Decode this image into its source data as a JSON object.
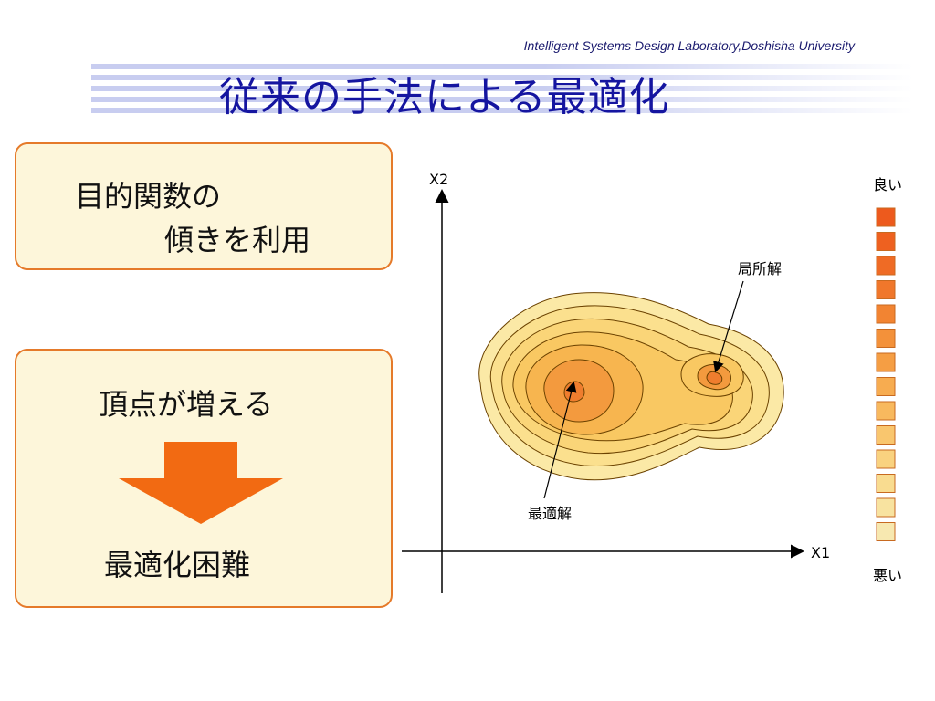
{
  "header": {
    "lab_name": "Intelligent Systems Design Laboratory,Doshisha University",
    "title": "従来の手法による最適化"
  },
  "left_panel": {
    "box1": {
      "line1": "目的関数の",
      "line2": "傾きを利用"
    },
    "box2": {
      "top_text": "頂点が増える",
      "bottom_text": "最適化困難"
    }
  },
  "diagram": {
    "x_axis_label": "X1",
    "y_axis_label": "X2",
    "local_label": "局所解",
    "global_label": "最適解",
    "legend_top": "良い",
    "legend_bottom": "悪い",
    "legend_colors": [
      "#f7e8b0",
      "#f8e3a0",
      "#f9dc90",
      "#f9d27f",
      "#f9c66e",
      "#f8b95e",
      "#f7ac50",
      "#f59e44",
      "#f3913a",
      "#f28432",
      "#f0772b",
      "#ef6b25",
      "#ee6120",
      "#ed5a1d"
    ],
    "contour_fill_colors": [
      "#fbe9a6",
      "#fbe08e",
      "#fad578",
      "#f9c862",
      "#f7b54f",
      "#f39a3e",
      "#ef7d2e"
    ]
  }
}
